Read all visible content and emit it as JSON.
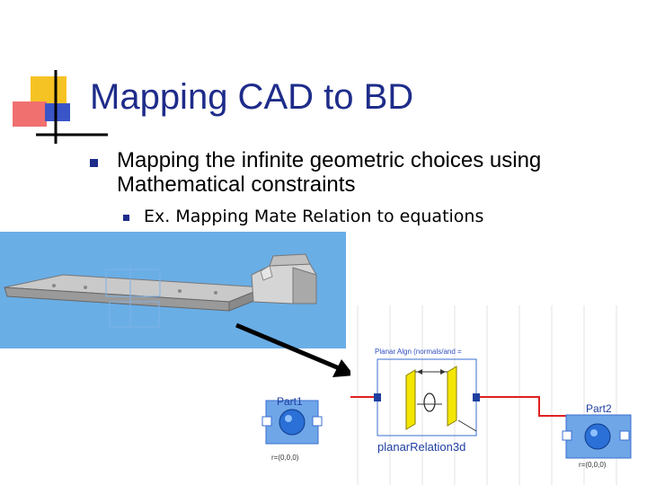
{
  "slide": {
    "title": "Mapping CAD to BD",
    "bullet1": "Mapping the infinite geometric choices using Mathematical constraints",
    "bullet2": "Ex. Mapping Mate Relation to equations"
  },
  "diagram": {
    "relation_header": "Planar Algn (normals/and =",
    "relation_label": "planarRelation3d",
    "part1_label": "Part1",
    "part2_label": "Part2",
    "part1_caption": "r=(0,0,0)",
    "part2_caption": "r=(0,0,0)"
  },
  "colors": {
    "title": "#1e2c8a",
    "cad_background": "#6aaee6",
    "wire": "#e02020",
    "part_box": "#3a6fd0",
    "relation_yellow": "#f3e600"
  }
}
